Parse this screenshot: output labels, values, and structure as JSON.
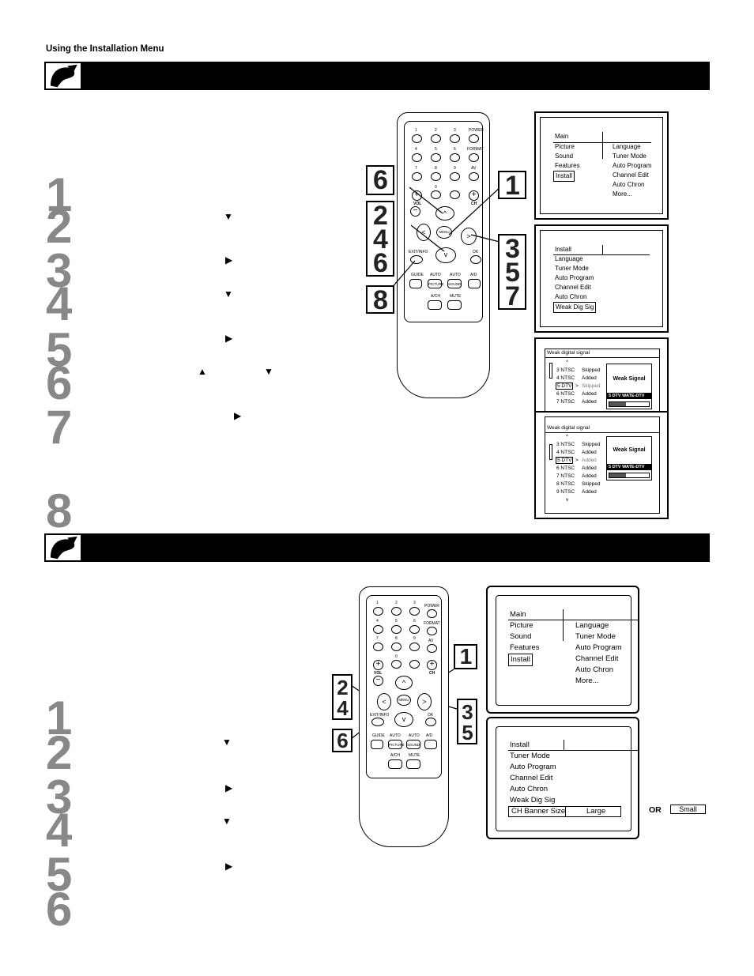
{
  "header": {
    "title": "Using the Installation Menu"
  },
  "section1": {
    "steps": [
      "1",
      "2",
      "3",
      "4",
      "5",
      "6",
      "7",
      "8"
    ],
    "callouts": {
      "top_left": "6",
      "mid_left": "2\n4\n6",
      "bottom_left": "8",
      "top_right": "1",
      "mid_right": "3\n5\n7"
    },
    "main_menu": {
      "left": [
        "Main",
        "Picture",
        "Sound",
        "Features",
        "Install"
      ],
      "right": [
        "Language",
        "Tuner Mode",
        "Auto Program",
        "Channel Edit",
        "Auto Chron",
        "More..."
      ]
    },
    "install_menu": {
      "items": [
        "Install",
        "Language",
        "Tuner Mode",
        "Auto Program",
        "Channel Edit",
        "Auto Chron",
        "Weak Dig Sig"
      ]
    },
    "weak_signal_a": {
      "title": "Weak digital signal",
      "rows": [
        {
          "ch": "^",
          "status": ""
        },
        {
          "ch": "3 NTSC",
          "status": "Skipped"
        },
        {
          "ch": "4 NTSC",
          "status": "Added"
        },
        {
          "ch": "5 DTV",
          "status": "Skipped"
        },
        {
          "ch": "6 NTSC",
          "status": "Added"
        },
        {
          "ch": "7 NTSC",
          "status": "Added"
        }
      ],
      "panel_title": "Weak Signal",
      "panel_label": "5 DTV WATE-DTV",
      "signal_level": 0.42
    },
    "weak_signal_b": {
      "title": "Weak digital signal",
      "rows": [
        {
          "ch": "^",
          "status": ""
        },
        {
          "ch": "3 NTSC",
          "status": "Skipped"
        },
        {
          "ch": "4 NTSC",
          "status": "Added"
        },
        {
          "ch": "5 DTV",
          "status": "Added"
        },
        {
          "ch": "6 NTSC",
          "status": "Added"
        },
        {
          "ch": "7 NTSC",
          "status": "Added"
        },
        {
          "ch": "8 NTSC",
          "status": "Skipped"
        },
        {
          "ch": "9 NTSC",
          "status": "Added"
        },
        {
          "ch": "v",
          "status": ""
        }
      ],
      "panel_title": "Weak Signal",
      "panel_label": "5 DTV WATE-DTV",
      "signal_level": 0.42
    }
  },
  "section2": {
    "steps": [
      "1",
      "2",
      "3",
      "4",
      "5",
      "6"
    ],
    "callouts": {
      "left_top": "2\n4",
      "left_bottom": "6",
      "right_top": "1",
      "right_mid": "3\n5"
    },
    "main_menu": {
      "left": [
        "Main",
        "Picture",
        "Sound",
        "Features",
        "Install"
      ],
      "right": [
        "Language",
        "Tuner Mode",
        "Auto Program",
        "Channel Edit",
        "Auto Chron",
        "More..."
      ]
    },
    "install_menu": {
      "items": [
        "Install",
        "Tuner Mode",
        "Auto Program",
        "Channel Edit",
        "Auto Chron",
        "Weak Dig Sig"
      ],
      "selected_item": "CH Banner Size",
      "selected_value": "Large"
    },
    "or_label": "OR",
    "alt_value": "Small"
  },
  "remote_labels": {
    "power": "POWER",
    "format": "FORMAT",
    "av": "AV",
    "vol": "VOL",
    "ch": "CH",
    "menu": "MENU",
    "exit_info": "EXIT/INFO",
    "ok": "OK",
    "guide": "GUIDE",
    "auto_picture": "AUTO",
    "auto_sound": "AUTO",
    "ab": "A/D",
    "ach": "A/CH",
    "mute": "MUTE",
    "picture": "PICTURE",
    "sound": "SOUND",
    "digits": [
      "1",
      "2",
      "3",
      "4",
      "5",
      "6",
      "7",
      "8",
      "9",
      "0",
      "·"
    ]
  }
}
